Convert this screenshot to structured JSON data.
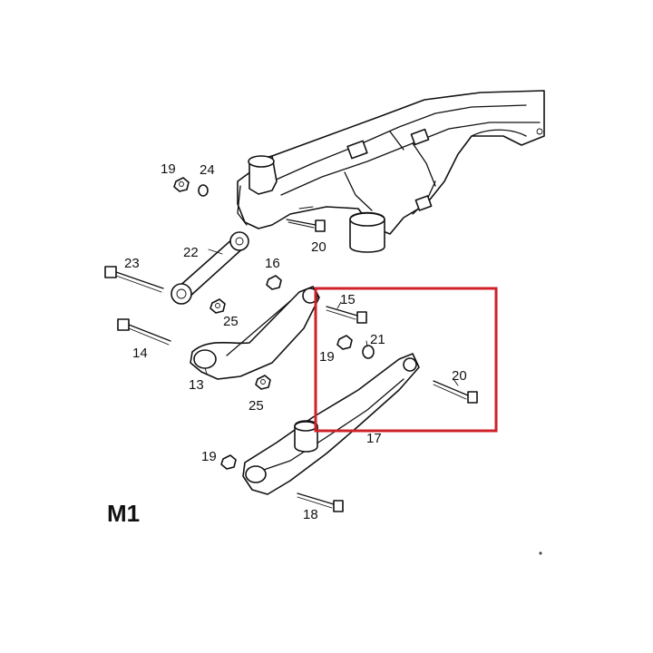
{
  "model_label": "M1",
  "highlight_color": "#d0202a",
  "callouts": {
    "c19a": "19",
    "c24": "24",
    "c22": "22",
    "c20a": "20",
    "c23": "23",
    "c16": "16",
    "c25a": "25",
    "c14": "14",
    "c15": "15",
    "c19b": "19",
    "c21": "21",
    "c20b": "20",
    "c13": "13",
    "c25b": "25",
    "c17": "17",
    "c19c": "19",
    "c18": "18"
  },
  "parts": [
    "subframe",
    "trailing-arm",
    "lower-control-arm",
    "upper-link",
    "bolt",
    "nut",
    "washer"
  ]
}
